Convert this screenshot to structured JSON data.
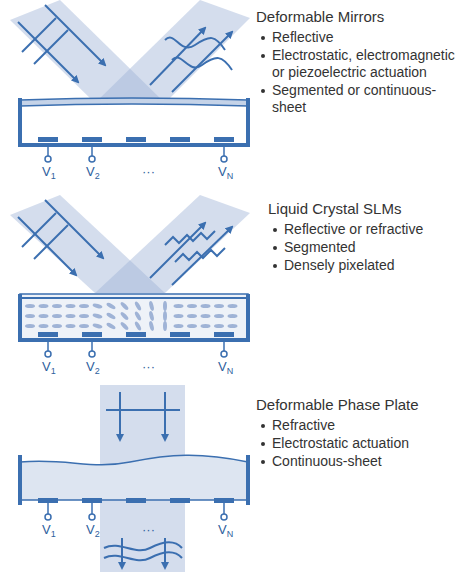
{
  "diagram": {
    "labels": [
      "Deformable Mirrors",
      "Reflective",
      "Electrostatic, electromagnetic or piezoelectric actuation",
      "Segmented or continuous-sheet",
      "V1",
      "V2",
      "···",
      "VN",
      "Liquid Crystal SLMs",
      "Reflective or refractive",
      "Segmented",
      "Densely pixelated",
      "V1",
      "V2",
      "···",
      "VN",
      "Deformable Phase Plate",
      "Refractive",
      "Electrostatic actuation",
      "Continuous-sheet",
      "V1",
      "V2",
      "···",
      "VN"
    ]
  }
}
